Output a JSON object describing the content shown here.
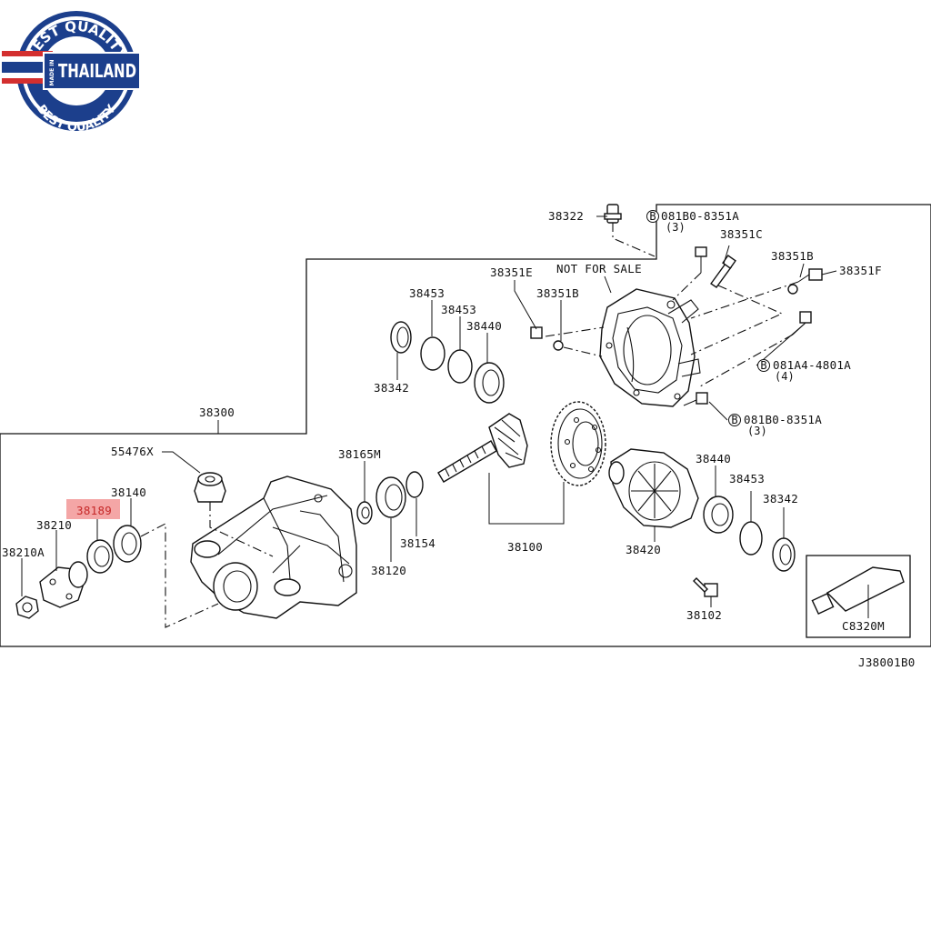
{
  "badge": {
    "top_text": "BEST QUALITY",
    "bottom_text": "BEST QUALITY",
    "made_in": "MADE IN",
    "country": "THAILAND",
    "colors": {
      "navy": "#1c3f8c",
      "red": "#d32f2f",
      "white": "#ffffff"
    }
  },
  "diagram": {
    "code": "J38001B0",
    "highlight_color": "#f4a6a6",
    "labels": {
      "p38322": "38322",
      "p081B0_8351A_top": "081B0-8351A",
      "q3_top": "(3)",
      "p38351C": "38351C",
      "p38351B_right": "38351B",
      "p38351F": "38351F",
      "p38351E": "38351E",
      "not_for_sale": "NOT FOR SALE",
      "p38351B_mid": "38351B",
      "p38453_a": "38453",
      "p38453_b": "38453",
      "p38440_top": "38440",
      "p38342_top": "38342",
      "p081A4_4801A": "081A4-4801A",
      "q4": "(4)",
      "p081B0_8351A_bot": "081B0-8351A",
      "q3_bot": "(3)",
      "p38300": "38300",
      "p55476X": "55476X",
      "p38165M": "38165M",
      "p38440_bot": "38440",
      "p38453_bot": "38453",
      "p38342_bot": "38342",
      "p38140": "38140",
      "p38189": "38189",
      "p38210": "38210",
      "p38210A": "38210A",
      "p38154": "38154",
      "p38120": "38120",
      "p38100": "38100",
      "p38420": "38420",
      "p38102": "38102",
      "pC8320M": "C8320M"
    }
  }
}
